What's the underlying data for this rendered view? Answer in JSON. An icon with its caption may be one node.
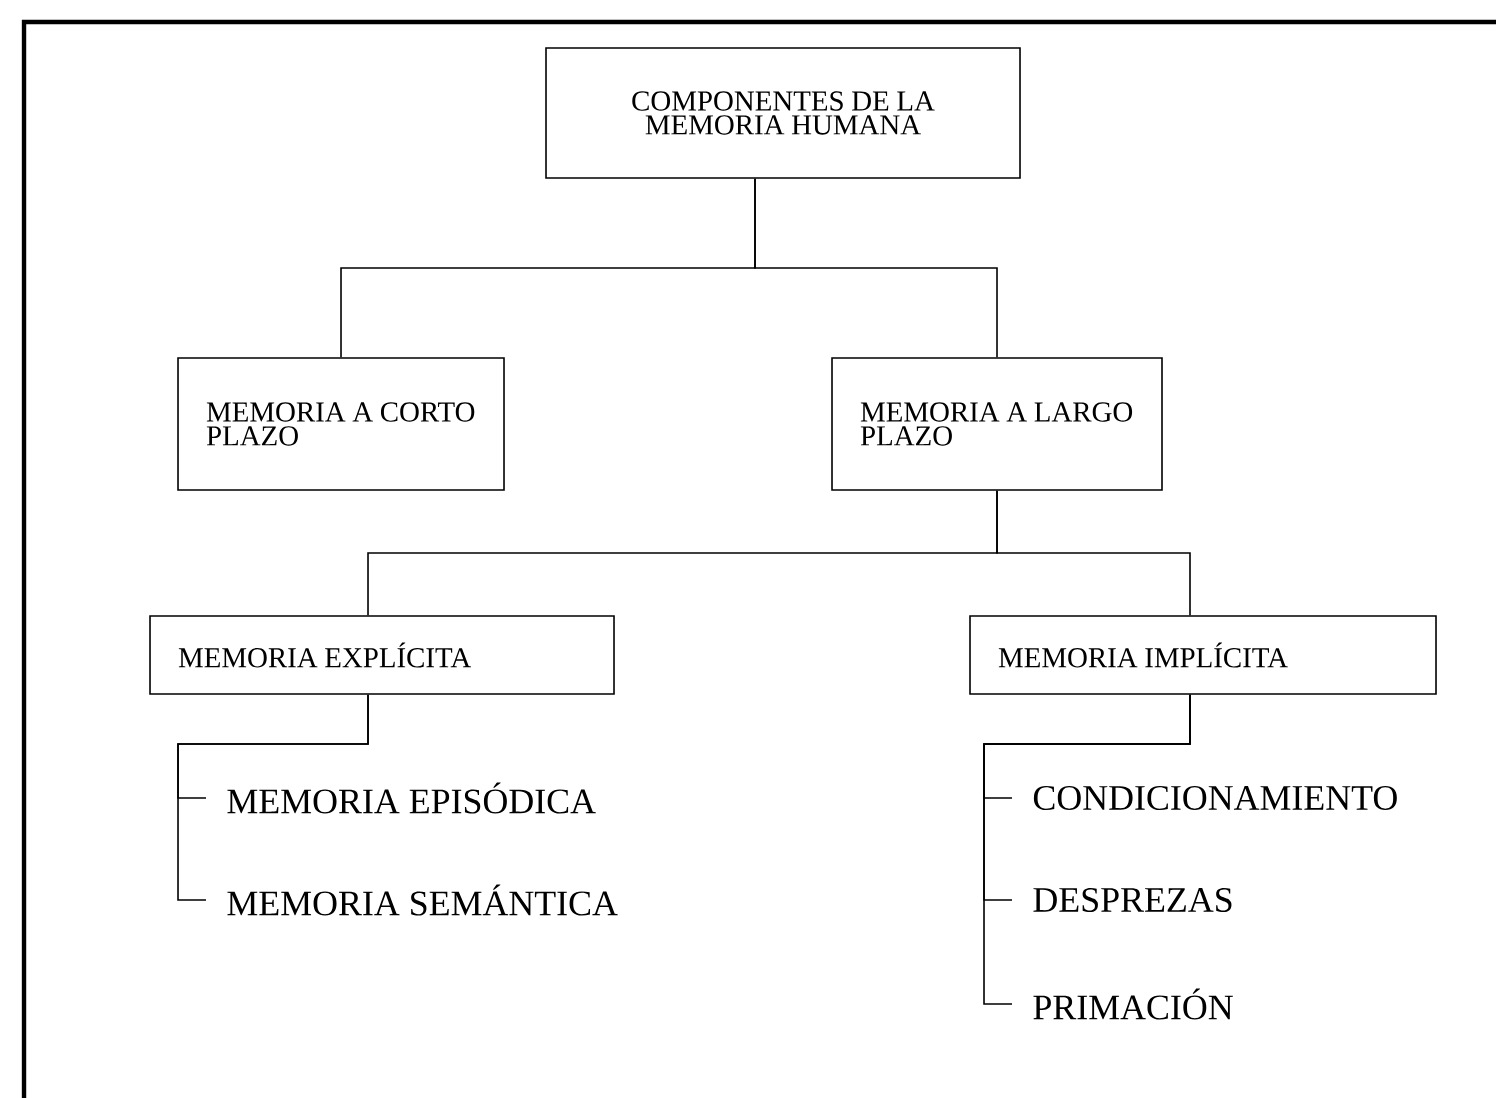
{
  "diagram": {
    "nodes": [
      {
        "text": [
          "COMPONENTES DE LA MEMORIA HUMANA"
        ]
      },
      {
        "text": [
          "MEMORIA A CORTO PLAZO"
        ]
      },
      {
        "text": [
          "MEMORIA A LARGO PLAZO"
        ]
      },
      {
        "text": [
          "MEMORIA EXPLÍCITA"
        ]
      },
      {
        "text": [
          "MEMORIA IMPLÍCITA"
        ]
      },
      {
        "text": [
          "MEMORIA EPISÓDICA"
        ]
      },
      {
        "text": [
          "MEMORIA SEMÁNTICA"
        ]
      },
      {
        "text": [
          "CONDICIONAMIENTO"
        ]
      },
      {
        "text": [
          "DESPREZAS"
        ]
      },
      {
        "text": [
          "PRIMACIÓN"
        ]
      }
    ],
    "edges": [
      {
        "from": 0,
        "to": 1,
        "arrow": "none"
      },
      {
        "from": 0,
        "to": 2,
        "arrow": "none"
      },
      {
        "from": 2,
        "to": 3,
        "arrow": "none"
      },
      {
        "from": 2,
        "to": 4,
        "arrow": "none"
      },
      {
        "from": 3,
        "to": 5,
        "arrow": "none"
      },
      {
        "from": 3,
        "to": 6,
        "arrow": "none"
      },
      {
        "from": 4,
        "to": 7,
        "arrow": "none"
      },
      {
        "from": 4,
        "to": 8,
        "arrow": "none"
      },
      {
        "from": 4,
        "to": 9,
        "arrow": "none"
      }
    ]
  }
}
